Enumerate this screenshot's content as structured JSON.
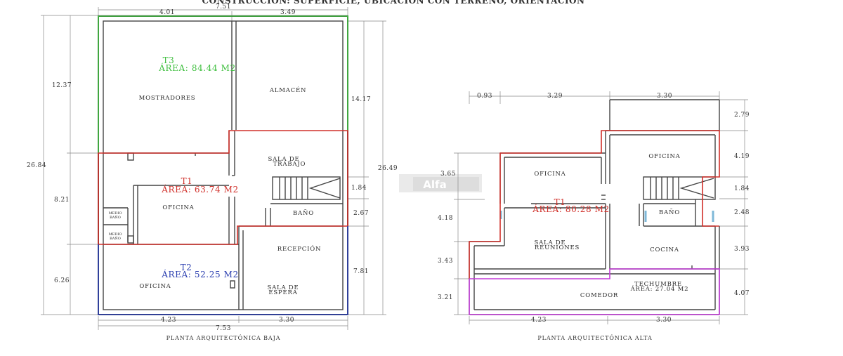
{
  "header": {
    "text": "CONSTRUCCIÓN: SUPERFICIE, UBICACIÓN CON TERRENO, ORIENTACIÓN"
  },
  "colors": {
    "t1": "#d0302a",
    "t2": "#2b3fb0",
    "t3": "#3fbf3f",
    "techumbre": "#c43bd9",
    "wall": "#444444",
    "dimension": "#888888"
  },
  "watermark": {
    "brand": "Alfa"
  },
  "ground_floor": {
    "caption": "PLANTA ARQUITECTÓNICA BAJA",
    "dims": {
      "top_total": "7.51",
      "top_left": "4.01",
      "top_right": "3.49",
      "left_total": "26.84",
      "left_top": "12.37",
      "left_mid": "8.21",
      "left_bottom": "6.26",
      "right_top": "14.17",
      "right_total": "26.49",
      "right_stair": "1.84",
      "right_bath": "2.67",
      "right_bottom": "7.81",
      "bottom_left": "4.23",
      "bottom_right": "3.30",
      "bottom_total": "7.53"
    },
    "areas": {
      "t3_name": "T3",
      "t3_area": "ÁREA: 84.44 M2",
      "t1_name": "T1",
      "t1_area": "ÁREA: 63.74 M2",
      "t2_name": "T2",
      "t2_area": "ÁREA: 52.25 M2"
    },
    "rooms": {
      "mostradores": "MOSTRADORES",
      "almacen": "ALMACÉN",
      "sala_trabajo_1": "SALA DE",
      "sala_trabajo_2": "TRABAJO",
      "oficina_1": "OFICINA",
      "bano": "BAÑO",
      "medio_bano_a_1": "MEDIO",
      "medio_bano_a_2": "BAÑO",
      "medio_bano_b_1": "MEDIO",
      "medio_bano_b_2": "BAÑO",
      "recepcion": "RECEPCIÓN",
      "oficina_2": "OFICINA",
      "sala_espera_1": "SALA DE",
      "sala_espera_2": "ESPERA"
    }
  },
  "upper_floor": {
    "caption": "PLANTA ARQUITECTÓNICA ALTA",
    "dims": {
      "top_a": "0.93",
      "top_b": "3.29",
      "top_c": "3.30",
      "right_1": "2.79",
      "right_2": "4.19",
      "right_3": "1.84",
      "right_4": "2.48",
      "right_5": "3.93",
      "right_6": "4.07",
      "left_1": "3.65",
      "left_2": "4.18",
      "left_3": "3.43",
      "left_4": "3.21",
      "bottom_left": "4.23",
      "bottom_right": "3.30"
    },
    "areas": {
      "t1_name": "T1",
      "t1_area": "ÁREA: 80.28 M2",
      "techumbre_name": "TECHUMBRE",
      "techumbre_area": "ÁREA: 27.04 M2"
    },
    "rooms": {
      "oficina_a": "OFICINA",
      "oficina_b": "OFICINA",
      "bano": "BAÑO",
      "sala_reuniones_1": "SALA DE",
      "sala_reuniones_2": "REUNIONES",
      "cocina": "COCINA",
      "comedor": "COMEDOR"
    }
  }
}
